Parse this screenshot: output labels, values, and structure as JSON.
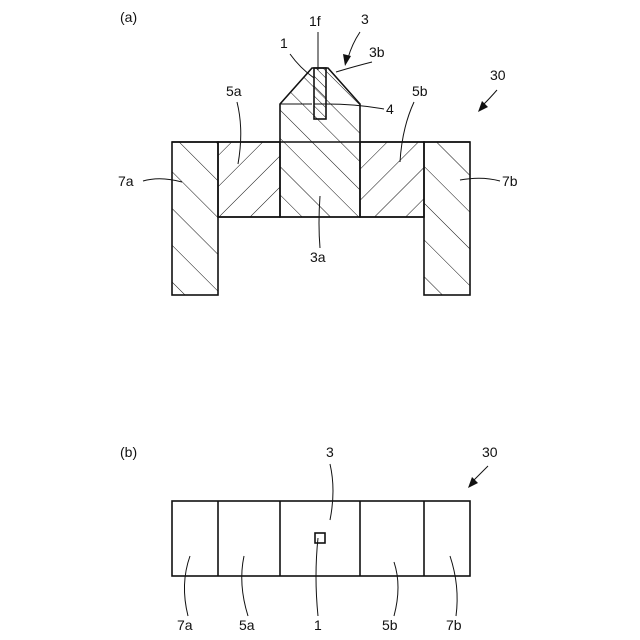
{
  "colors": {
    "line": "#111111",
    "background": "#ffffff"
  },
  "panel_a": {
    "panel_label": "(a)",
    "labels": {
      "assembly": "30",
      "chip": "1",
      "chip_face": "1f",
      "holder": "3",
      "holder_tip": "3b",
      "holder_base": "3a",
      "adhesive": "4",
      "left_inner_block": "5a",
      "right_inner_block": "5b",
      "left_outer_block": "7a",
      "right_outer_block": "7b"
    }
  },
  "panel_b": {
    "panel_label": "(b)",
    "labels": {
      "assembly": "30",
      "holder": "3",
      "left_outer_block": "7a",
      "left_inner_block": "5a",
      "chip": "1",
      "right_inner_block": "5b",
      "right_outer_block": "7b"
    }
  }
}
